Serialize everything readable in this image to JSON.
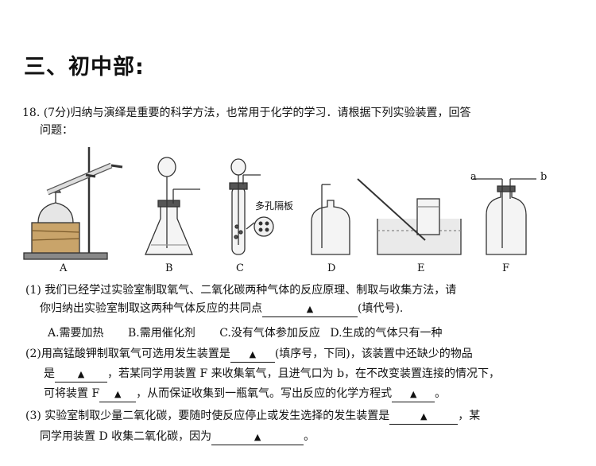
{
  "section_title": "三、初中部:",
  "question": {
    "line1": "18. (7分)归纳与演绎是重要的科学方法，也常用于化学的学习．请根据下列实验装置，回答",
    "line2": "问题：",
    "multi_hole_label": "多孔隔板",
    "apparatus_labels": [
      "A",
      "B",
      "C",
      "D",
      "E",
      "F"
    ],
    "port_a": "a",
    "port_b": "b"
  },
  "part1": {
    "line1": "(1) 我们已经学过实验室制取氧气、二氧化碳两种气体的反应原理、制取与收集方法，请",
    "line2_pre": "你归纳出实验室制取这两种气体反应的共同点",
    "line2_post": "(填代号).",
    "opt_a": "A.需要加热",
    "opt_b": "B.需用催化剂",
    "opt_c": "C.没有气体参加反应",
    "opt_d": "D.生成的气体只有一种"
  },
  "part2": {
    "line1_pre": "(2)用高锰酸钾制取氧气可选用发生装置是",
    "line1_post": "(填序号，下同)，该装置中还缺少的物品",
    "line2_pre": "是",
    "line2_post": "，若某同学用装置 F 来收集氧气，且进气口为 b，在不改变装置连接的情况下，",
    "line3_pre": "可将装置 F",
    "line3_mid": "，从而保证收集到一瓶氧气。写出反应的化学方程式",
    "line3_post": "。"
  },
  "part3": {
    "line1_pre": "(3) 实验室制取少量二氧化碳，要随时使反应停止或发生选择的发生装置是",
    "line1_post": "，某",
    "line2_pre": "同学用装置 D 收集二氧化碳，因为",
    "line2_post": "。"
  },
  "blank_mark": "▲"
}
